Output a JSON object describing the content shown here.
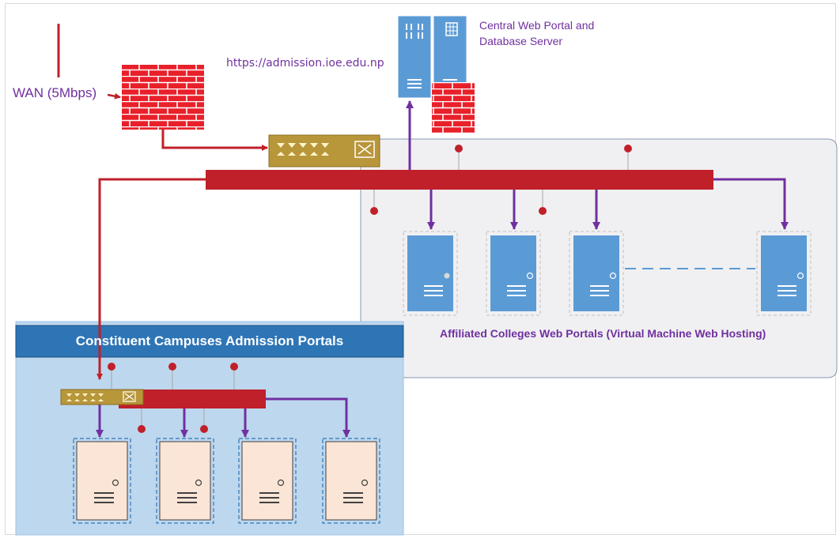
{
  "labels": {
    "wan": "WAN (5Mbps)",
    "portal_url": "https://admission.ioe.edu.np",
    "central_server": "Central Web Portal and Database Server",
    "affiliated_group": "Affiliated Colleges Web Portals (Virtual Machine Web Hosting)",
    "constituent_group": "Constituent Campuses Admission Portals"
  },
  "affiliated_servers": [
    {
      "id": "affiliated-server-1"
    },
    {
      "id": "affiliated-server-2"
    },
    {
      "id": "affiliated-server-3"
    },
    {
      "id": "affiliated-server-n"
    }
  ],
  "constituent_servers": [
    {
      "id": "campus-server-1"
    },
    {
      "id": "campus-server-2"
    },
    {
      "id": "campus-server-3"
    },
    {
      "id": "campus-server-4"
    }
  ],
  "icons": {
    "firewall": "brick-firewall-icon",
    "switch": "network-switch-icon",
    "server": "server-tower-icon"
  },
  "colors": {
    "backbone_red": "#c0202a",
    "firewall_red": "#e8202a",
    "purple_link": "#7030a0",
    "server_blue": "#5b9bd5",
    "switch_gold": "#b8963a",
    "campus_panel": "#bdd7ee",
    "campus_title_bar": "#2e75b6",
    "campus_server_fill": "#fbe5d6",
    "affiliated_panel": "#f0f0f2"
  }
}
